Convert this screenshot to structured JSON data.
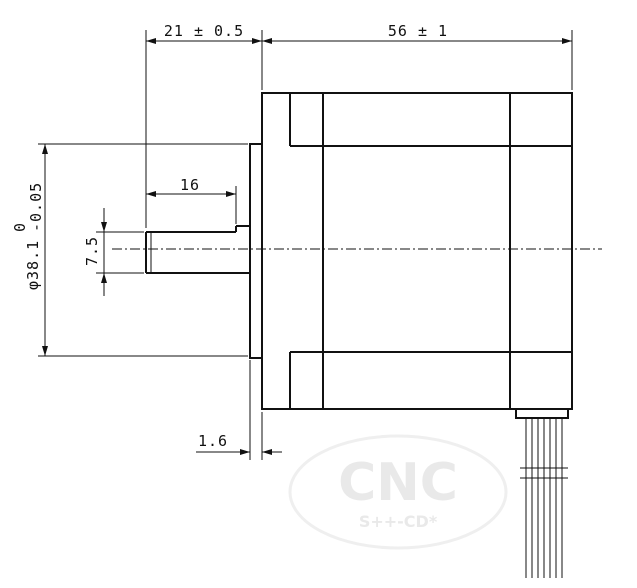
{
  "dimensions": {
    "shaft_protrusion": "21 ± 0.5",
    "body_length": "56 ± 1",
    "shaft_flat_length": "16",
    "pilot_diameter": "φ38.1",
    "pilot_tol_upper": "0",
    "pilot_tol_lower": "-0.05",
    "shaft_flat_height": "7.5",
    "pilot_thickness": "1.6"
  },
  "watermark": {
    "line1": "CNC",
    "line2": "S++-CD*"
  }
}
